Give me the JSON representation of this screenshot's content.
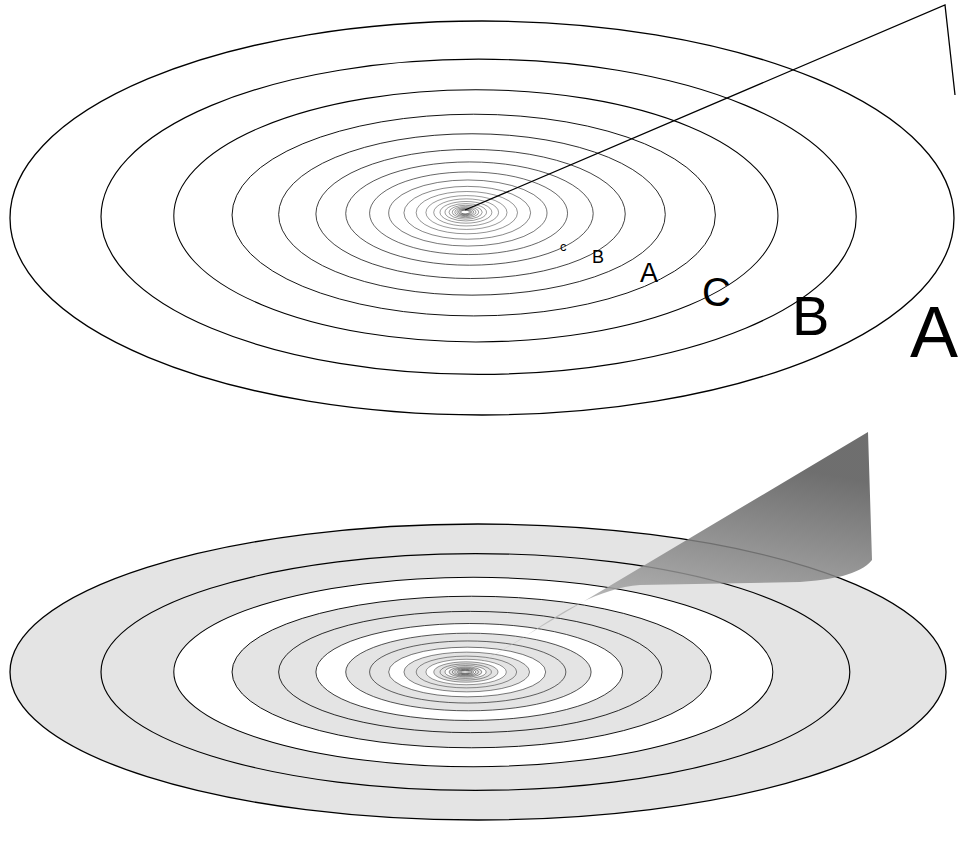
{
  "diagram": {
    "labels": [
      "c",
      "B",
      "A",
      "C",
      "B",
      "A"
    ]
  }
}
